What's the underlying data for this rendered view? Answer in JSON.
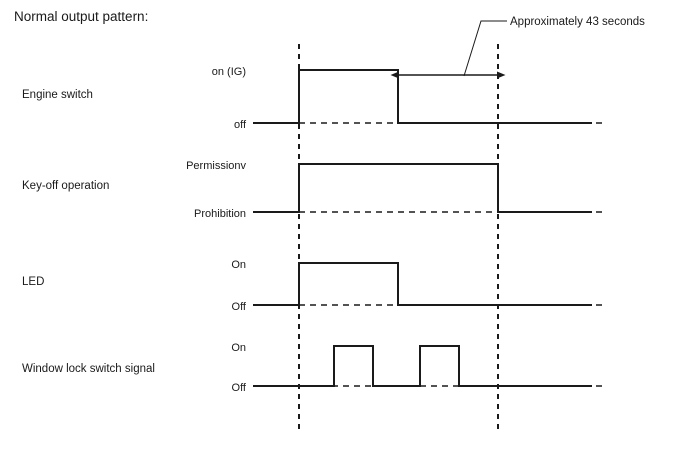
{
  "title": "Normal output pattern:",
  "annotation": {
    "label": "Approximately 43 seconds"
  },
  "rows": [
    {
      "name": "Engine switch",
      "label": "Engine switch",
      "high_label": "on (IG)",
      "low_label": "off"
    },
    {
      "name": "Key-off operation",
      "label": "Key-off operation",
      "high_label": "Permissionv",
      "low_label": "Prohibition"
    },
    {
      "name": "LED",
      "label": "LED",
      "high_label": "On",
      "low_label": "Off"
    },
    {
      "name": "Window lock switch signal",
      "label": "Window lock switch signal",
      "high_label": "On",
      "low_label": "Off"
    }
  ],
  "colors": {
    "ink": "#1a1a1a",
    "background": "#ffffff"
  },
  "chart_data": {
    "type": "line",
    "title": "Normal output pattern:",
    "xlabel": "",
    "ylabel": "",
    "grid": false,
    "legend": "none",
    "markers": [
      {
        "name": "t0",
        "x": 299
      },
      {
        "name": "t1",
        "x": 498
      }
    ],
    "interval": {
      "from": 398,
      "to": 498,
      "label": "Approximately 43 seconds",
      "value": 43,
      "unit": "seconds"
    },
    "series": [
      {
        "name": "Engine switch",
        "levels": [
          "off",
          "on (IG)"
        ],
        "transitions": [
          {
            "x": 253,
            "state": "off"
          },
          {
            "x": 299,
            "state": "on (IG)"
          },
          {
            "x": 398,
            "state": "off"
          },
          {
            "x": 592,
            "state": "off"
          }
        ]
      },
      {
        "name": "Key-off operation",
        "levels": [
          "Prohibition",
          "Permissionv"
        ],
        "transitions": [
          {
            "x": 253,
            "state": "Prohibition"
          },
          {
            "x": 299,
            "state": "Permissionv"
          },
          {
            "x": 498,
            "state": "Prohibition"
          },
          {
            "x": 592,
            "state": "Prohibition"
          }
        ]
      },
      {
        "name": "LED",
        "levels": [
          "Off",
          "On"
        ],
        "transitions": [
          {
            "x": 253,
            "state": "Off"
          },
          {
            "x": 299,
            "state": "On"
          },
          {
            "x": 398,
            "state": "Off"
          },
          {
            "x": 592,
            "state": "Off"
          }
        ]
      },
      {
        "name": "Window lock switch signal",
        "levels": [
          "Off",
          "On"
        ],
        "transitions": [
          {
            "x": 253,
            "state": "Off"
          },
          {
            "x": 334,
            "state": "On"
          },
          {
            "x": 373,
            "state": "Off"
          },
          {
            "x": 420,
            "state": "On"
          },
          {
            "x": 459,
            "state": "Off"
          },
          {
            "x": 592,
            "state": "Off"
          }
        ]
      }
    ]
  }
}
